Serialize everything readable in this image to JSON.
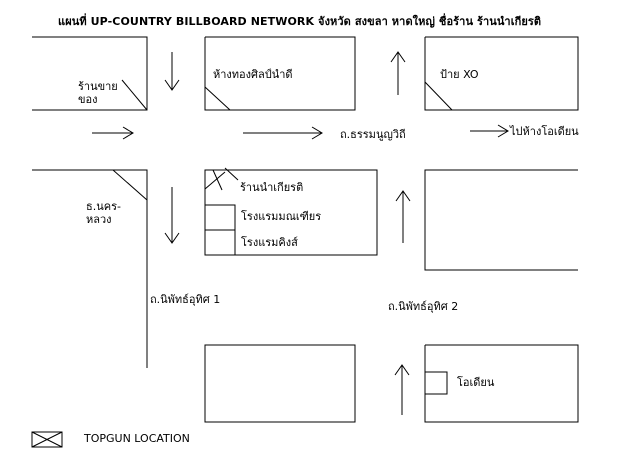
{
  "title": "แผนที่ UP-COUNTRY BILLBOARD NETWORK จังหวัด สงขลา หาดใหญ่ ชื่อร้าน ร้านนำเกียรติ",
  "labels": {
    "shop_left": "ร้านขาย\nของ",
    "gold_shop": "ห้างทองศิลป์นำดี",
    "sign_xo": "ป้าย XO",
    "road_thammanoon": "ถ.ธรรมนูญวิถี",
    "to_odean": "ไปห้างโอเดียน",
    "nakhon_luang": "ธ.นคร-\nหลวง",
    "namkiat_shop": "ร้านนำเกียรติ",
    "hotel_manthian": "โรงแรมมณเฑียร",
    "hotel_king": "โรงแรมคิงส์",
    "road_niphat1": "ถ.นิพัทธ์อุทิศ 1",
    "road_niphat2": "ถ.นิพัทธ์อุทิศ 2",
    "odean": "โอเดียน"
  },
  "legend": {
    "label": "TOPGUN LOCATION",
    "symbol": "crossed-box"
  },
  "colors": {
    "line": "#000000",
    "background": "#ffffff"
  }
}
